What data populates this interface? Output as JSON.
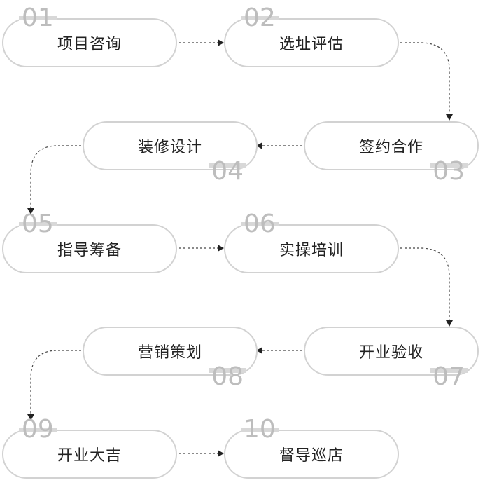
{
  "steps": [
    {
      "num": "01",
      "label": "项目咨询"
    },
    {
      "num": "02",
      "label": "选址评估"
    },
    {
      "num": "03",
      "label": "签约合作"
    },
    {
      "num": "04",
      "label": "装修设计"
    },
    {
      "num": "05",
      "label": "指导筹备"
    },
    {
      "num": "06",
      "label": "实操培训"
    },
    {
      "num": "07",
      "label": "开业验收"
    },
    {
      "num": "08",
      "label": "营销策划"
    },
    {
      "num": "09",
      "label": "开业大吉"
    },
    {
      "num": "10",
      "label": "督导巡店"
    }
  ],
  "colors": {
    "border": "#d2d2d2",
    "number": "#bdbdbd",
    "text": "#222222",
    "connector": "#333333"
  }
}
